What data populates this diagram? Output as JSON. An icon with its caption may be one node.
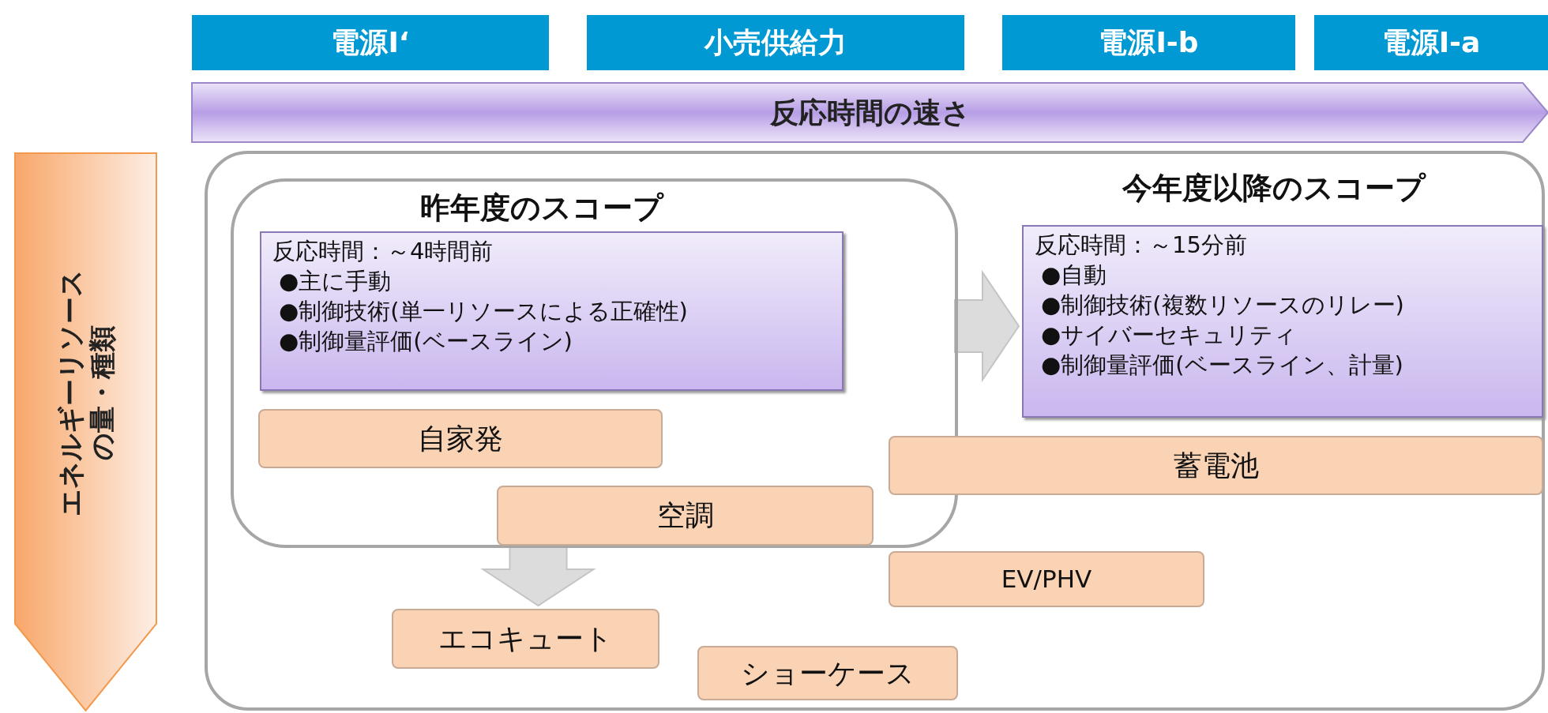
{
  "diagram": {
    "nodes": [
      {
        "text": [
          "電源Ⅰ‘"
        ]
      },
      {
        "text": [
          "小売供給力"
        ]
      },
      {
        "text": [
          "電源Ⅰ-b"
        ]
      },
      {
        "text": [
          "電源Ⅰ-a"
        ]
      },
      {
        "text": [
          "反応時間の速さ"
        ]
      },
      {
        "text": [
          "エネルギーリソースの量・種類"
        ]
      },
      {
        "text": [
          "今年度以降のスコープ"
        ]
      },
      {
        "text": [
          "昨年度のスコープ"
        ],
        "in": 6
      },
      {
        "text": [
          "反応時間：～4時間前",
          "●主に手動",
          "●制御技術(単一リソースによる正確性)",
          "●制御量評価(ベースライン)"
        ],
        "in": 7
      },
      {
        "text": [
          "自家発"
        ],
        "in": 7
      },
      {
        "text": [
          "空調"
        ],
        "in": 7
      },
      {
        "text": [
          "反応時間：～15分前",
          "●自動",
          "●制御技術(複数リソースのリレー)",
          "●サイバーセキュリティ",
          "●制御量評価(ベースライン、計量)"
        ],
        "in": 6
      },
      {
        "text": [
          "蓄電池"
        ],
        "in": 6
      },
      {
        "text": [
          "EV/PHV"
        ],
        "in": 6
      },
      {
        "text": [
          "エコキュート"
        ],
        "in": 6
      },
      {
        "text": [
          "ショーケース"
        ],
        "in": 6
      }
    ],
    "edges": [
      {
        "from": 7,
        "to": 11,
        "arrow": "to"
      },
      {
        "from": 7,
        "to": 14,
        "arrow": "to"
      }
    ]
  }
}
